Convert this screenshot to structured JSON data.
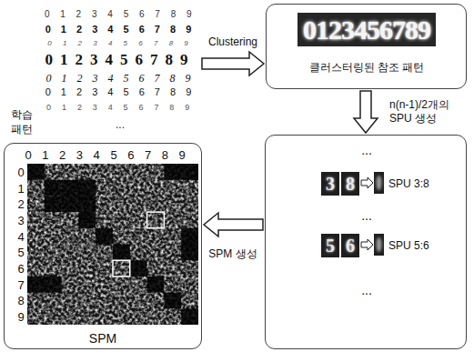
{
  "diagram": {
    "nodes": [
      {
        "text": [
          "학습 패턴"
        ]
      },
      {
        "text": [
          "0123456789",
          "클러스터링된 참조 패턴"
        ]
      },
      {
        "text": [
          "...",
          "3",
          "8",
          "SPU 3:8",
          "...",
          "5",
          "6",
          "SPU 5:6",
          "..."
        ]
      },
      {
        "text": [
          "0",
          "1",
          "2",
          "3",
          "4",
          "5",
          "6",
          "7",
          "8",
          "9",
          "0",
          "1",
          "2",
          "3",
          "4",
          "5",
          "6",
          "7",
          "8",
          "9",
          "SPM"
        ]
      }
    ],
    "edges": [
      {
        "from": 0,
        "to": 1,
        "arrow": "to",
        "label": "Clustering"
      },
      {
        "from": 1,
        "to": 2,
        "arrow": "to",
        "label": "n(n-1)/2개의 SPU 생성"
      },
      {
        "from": 2,
        "to": 3,
        "arrow": "to",
        "label": "SPM 생성"
      }
    ],
    "labels": [
      "0 1 2 3 4 5 6 7 8 9",
      "0 1 2 3 4 5 6 7 8 9",
      "0 1 2 3 4 5 6 7 8 9",
      "0123456789",
      "0 1 2 3 4 5 6 7 8 9",
      "0 1 2 3 4 5 6 7 8 9",
      "0 1 2 3 4 5 6 7 8 9",
      "..."
    ]
  }
}
